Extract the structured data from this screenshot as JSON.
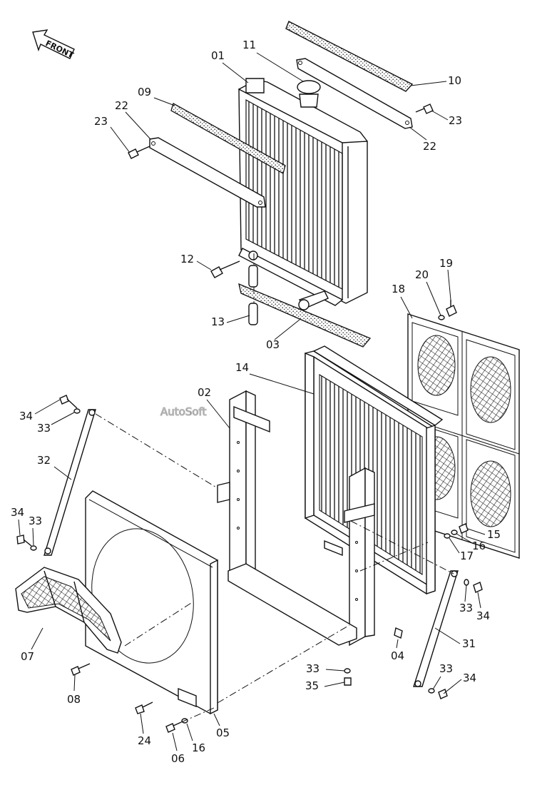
{
  "front_arrow_label": "FRONT",
  "watermark": "AutoSoft",
  "part_labels": [
    {
      "id": "01"
    },
    {
      "id": "02"
    },
    {
      "id": "03"
    },
    {
      "id": "04"
    },
    {
      "id": "05"
    },
    {
      "id": "06"
    },
    {
      "id": "07"
    },
    {
      "id": "08"
    },
    {
      "id": "09"
    },
    {
      "id": "10"
    },
    {
      "id": "11"
    },
    {
      "id": "12"
    },
    {
      "id": "13"
    },
    {
      "id": "14"
    },
    {
      "id": "15"
    },
    {
      "id": "16"
    },
    {
      "id": "16"
    },
    {
      "id": "17"
    },
    {
      "id": "18"
    },
    {
      "id": "19"
    },
    {
      "id": "20"
    },
    {
      "id": "22"
    },
    {
      "id": "22"
    },
    {
      "id": "23"
    },
    {
      "id": "23"
    },
    {
      "id": "24"
    },
    {
      "id": "31"
    },
    {
      "id": "32"
    },
    {
      "id": "33"
    },
    {
      "id": "33"
    },
    {
      "id": "33"
    },
    {
      "id": "33"
    },
    {
      "id": "33"
    },
    {
      "id": "34"
    },
    {
      "id": "34"
    },
    {
      "id": "34"
    },
    {
      "id": "34"
    },
    {
      "id": "35"
    }
  ]
}
